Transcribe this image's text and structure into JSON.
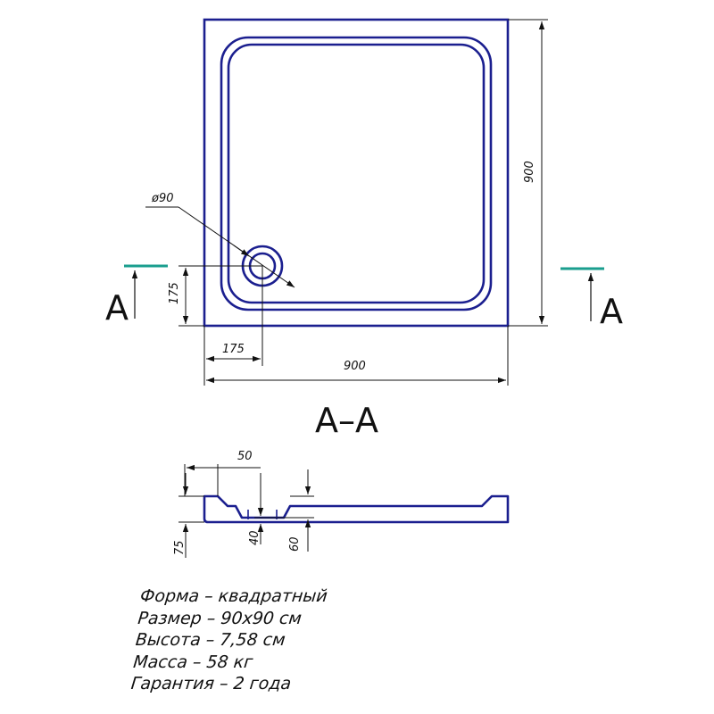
{
  "colors": {
    "tray": "#1b1f8f",
    "line": "#111111",
    "section_marker": "#1a9e8e"
  },
  "plan": {
    "drain_diameter_label": "ø90",
    "height_dim_label": "900",
    "width_dim_label": "900",
    "drain_offset_y_label": "175",
    "drain_offset_x_label": "175",
    "section_left_letter": "А",
    "section_right_letter": "А"
  },
  "section": {
    "title": "А–А",
    "dim_50_label": "50",
    "dim_75_label": "75",
    "dim_40_label": "40",
    "dim_60_label": "60"
  },
  "specs": [
    "Форма – квадратный",
    "Размер – 90х90 см",
    "Высота – 7,58 см",
    "Масса – 58 кг",
    "Гарантия – 2 года"
  ]
}
